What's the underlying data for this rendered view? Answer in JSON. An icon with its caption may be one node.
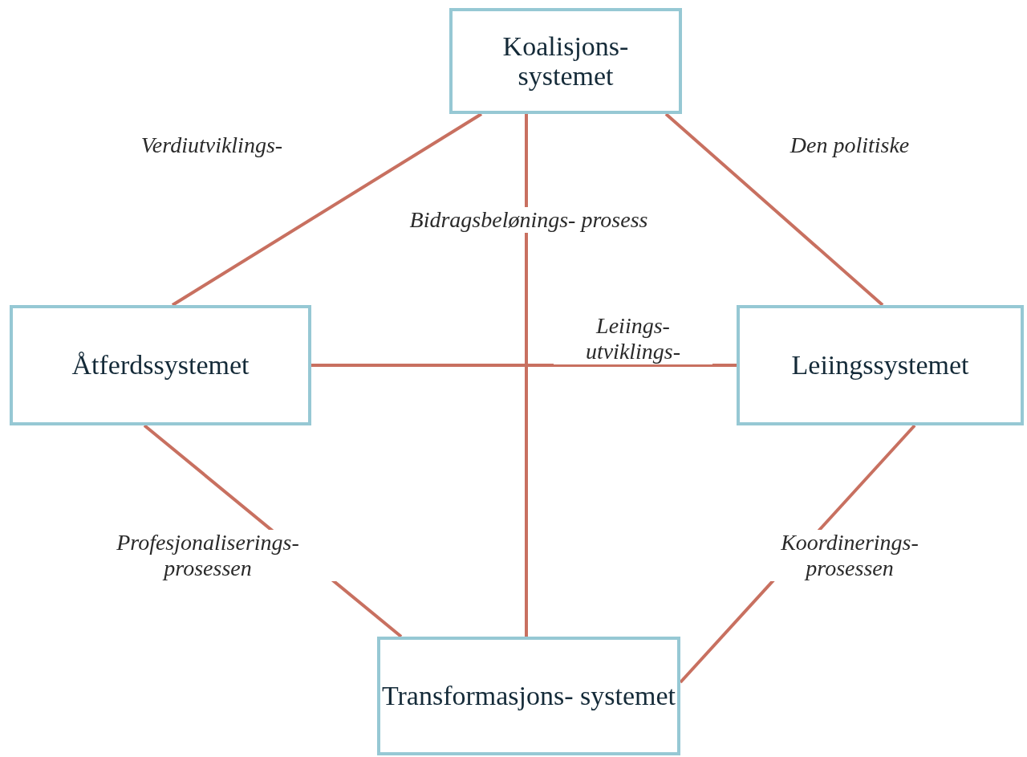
{
  "diagram": {
    "nodes": [
      {
        "text": [
          "Koalisjons- systemet"
        ]
      },
      {
        "text": [
          "Åtferdssystemet"
        ]
      },
      {
        "text": [
          "Leiingssystemet"
        ]
      },
      {
        "text": [
          "Transformasjons- systemet"
        ]
      }
    ],
    "edges": [
      {
        "from": 0,
        "to": 1,
        "arrow": "none",
        "label": "Verdiutviklings-"
      },
      {
        "from": 0,
        "to": 2,
        "arrow": "none",
        "label": "Den politiske"
      },
      {
        "from": 0,
        "to": 3,
        "arrow": "none",
        "label": "Bidragsbelønings- prosess"
      },
      {
        "from": 1,
        "to": 2,
        "arrow": "none",
        "label": "Leiings- utviklings-"
      },
      {
        "from": 1,
        "to": 3,
        "arrow": "none",
        "label": "Profesjonaliserings- prosessen"
      },
      {
        "from": 2,
        "to": 3,
        "arrow": "none",
        "label": "Koordinerings- prosessen"
      }
    ]
  }
}
